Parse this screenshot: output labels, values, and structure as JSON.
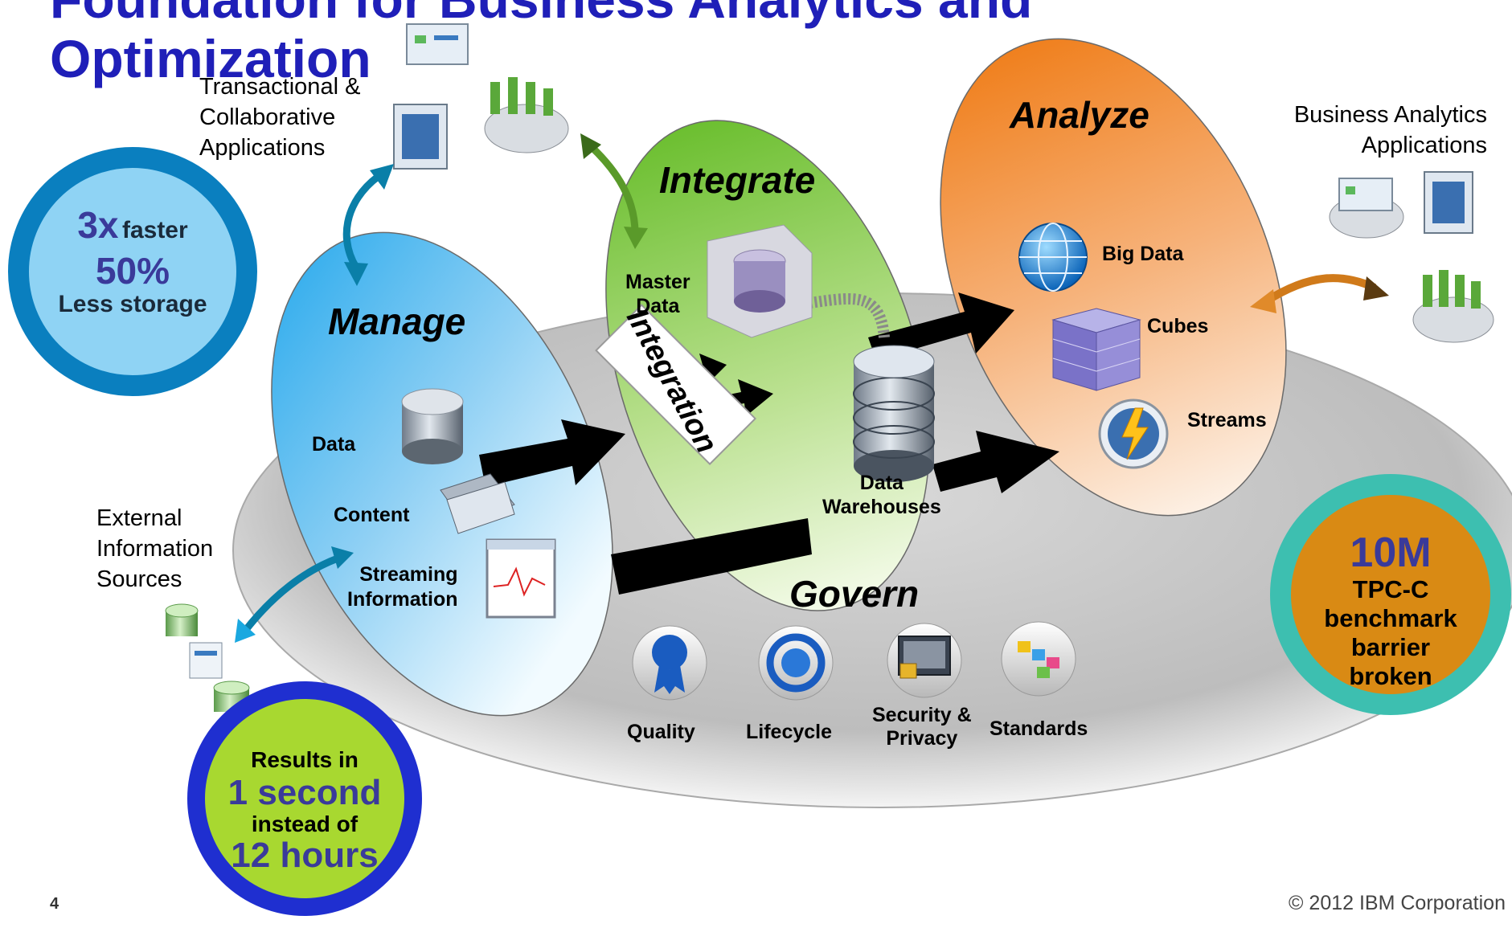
{
  "title": {
    "line1": "Foundation for Business Analytics and",
    "line2": "Optimization"
  },
  "sources": {
    "transactional": [
      "Transactional &",
      "Collaborative",
      "Applications"
    ],
    "external": [
      "External",
      "Information",
      "Sources"
    ],
    "business_analytics": [
      "Business Analytics",
      "Applications"
    ]
  },
  "stages": {
    "manage": "Manage",
    "integrate": "Integrate",
    "analyze": "Analyze",
    "govern": "Govern"
  },
  "manage_items": {
    "data": "Data",
    "content": "Content",
    "streaming": [
      "Streaming",
      "Information"
    ]
  },
  "integrate_items": {
    "master_data": [
      "Master",
      "Data"
    ],
    "integration": "Integration",
    "data_warehouses": [
      "Data",
      "Warehouses"
    ]
  },
  "analyze_items": {
    "big_data": "Big Data",
    "cubes": "Cubes",
    "streams": "Streams"
  },
  "govern_items": {
    "quality": "Quality",
    "lifecycle": "Lifecycle",
    "security": [
      "Security &",
      "Privacy"
    ],
    "standards": "Standards"
  },
  "badges": {
    "speed": {
      "big1": "3x",
      "small1": "faster",
      "big2": "50%",
      "small2": "Less storage"
    },
    "results": {
      "l1": "Results in",
      "l2": "1 second",
      "l3": "instead of",
      "l4": "12 hours"
    },
    "tpcc": {
      "big": "10M",
      "l1": "TPC-C",
      "l2": "benchmark",
      "l3": "barrier",
      "l4": "broken"
    }
  },
  "footer": {
    "page_number": "4",
    "copyright": "© 2012 IBM Corporation"
  },
  "colors": {
    "title": "#1f1fb8",
    "manage": "#2fa8e8",
    "integrate": "#7cc242",
    "analyze": "#f08a2a",
    "govern": "#c8c8c8",
    "speed_ring": "#0a7fbf",
    "speed_fill": "#8fd3f4",
    "results_ring": "#1f2fd0",
    "results_fill": "#a8d830",
    "tpcc_ring": "#3dbfb0",
    "tpcc_fill": "#d98a14",
    "big_number": "#3a3a9a"
  }
}
